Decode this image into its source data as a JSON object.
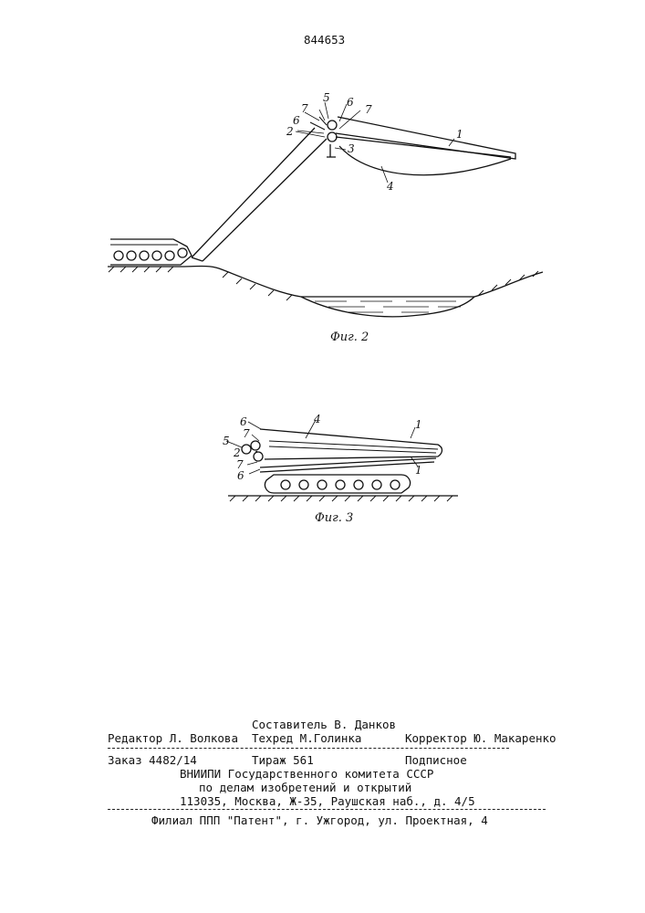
{
  "document": {
    "patent_number": "844653"
  },
  "figure2": {
    "caption": "Фиг. 2",
    "labels": {
      "l1": "1",
      "l2": "2",
      "l3": "3",
      "l4": "4",
      "l5": "5",
      "l6": "6",
      "l7a": "7",
      "l7b": "7"
    }
  },
  "figure3": {
    "caption": "Фиг. 3",
    "labels": {
      "l1a": "1",
      "l1b": "1",
      "l2": "2",
      "l4": "4",
      "l5": "5",
      "l6a": "6",
      "l6b": "6",
      "l7a": "7",
      "l7b": "7"
    }
  },
  "footer": {
    "compiler": "Составитель В. Данков",
    "editor": "Редактор Л. Волкова",
    "techred": "Техред М.Голинка",
    "corrector": "Корректор Ю. Макаренко",
    "order": "Заказ 4482/14",
    "circulation": "Тираж 561",
    "subscription": "Подписное",
    "org_line1": "ВНИИПИ Государственного комитета СССР",
    "org_line2": "по делам изобретений и открытий",
    "address": "113035, Москва, Ж-35, Раушская наб., д. 4/5",
    "branch": "Филиал ППП \"Патент\", г. Ужгород, ул. Проектная, 4"
  }
}
